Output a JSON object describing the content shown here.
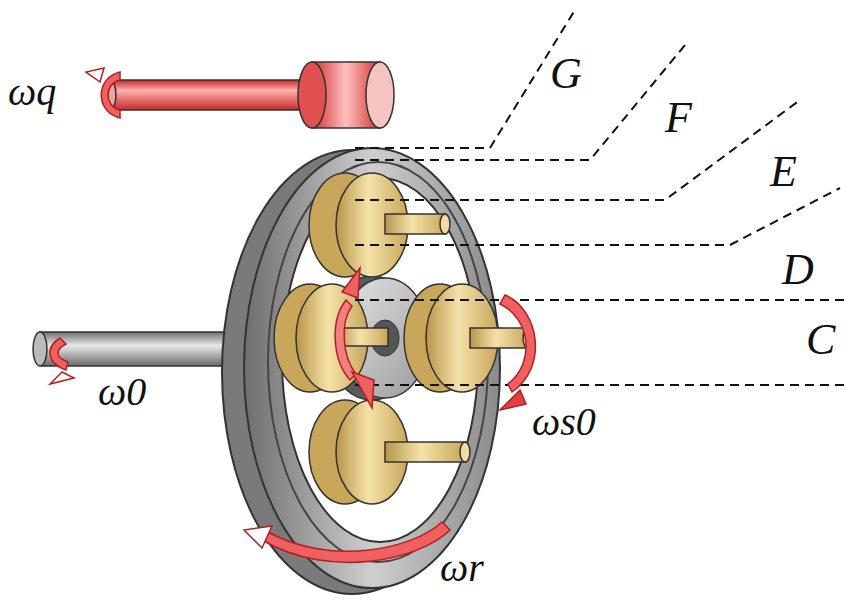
{
  "diagram": {
    "labels": [
      "ωq",
      "ω0",
      "ωs0",
      "ωr",
      "G",
      "F",
      "E",
      "D",
      "C"
    ]
  }
}
